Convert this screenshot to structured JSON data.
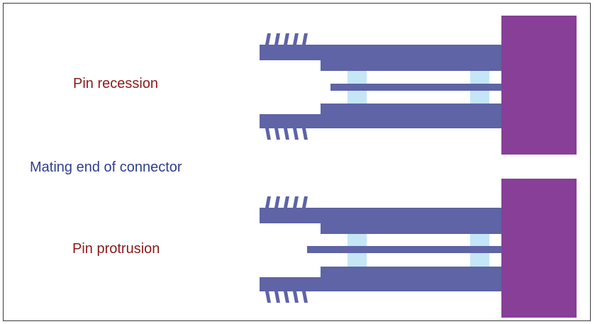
{
  "labels": {
    "pin_recession": "Pin recession",
    "mating_end": "Mating end of connector",
    "pin_protrusion": "Pin protrusion"
  },
  "colors": {
    "conductor": "#5e64a5",
    "support_bead": "#c4e6f6",
    "connector_body": "#873f97",
    "label_red": "#8b1a1a",
    "label_blue": "#2e3f8f",
    "border": "#3a3a3a"
  }
}
